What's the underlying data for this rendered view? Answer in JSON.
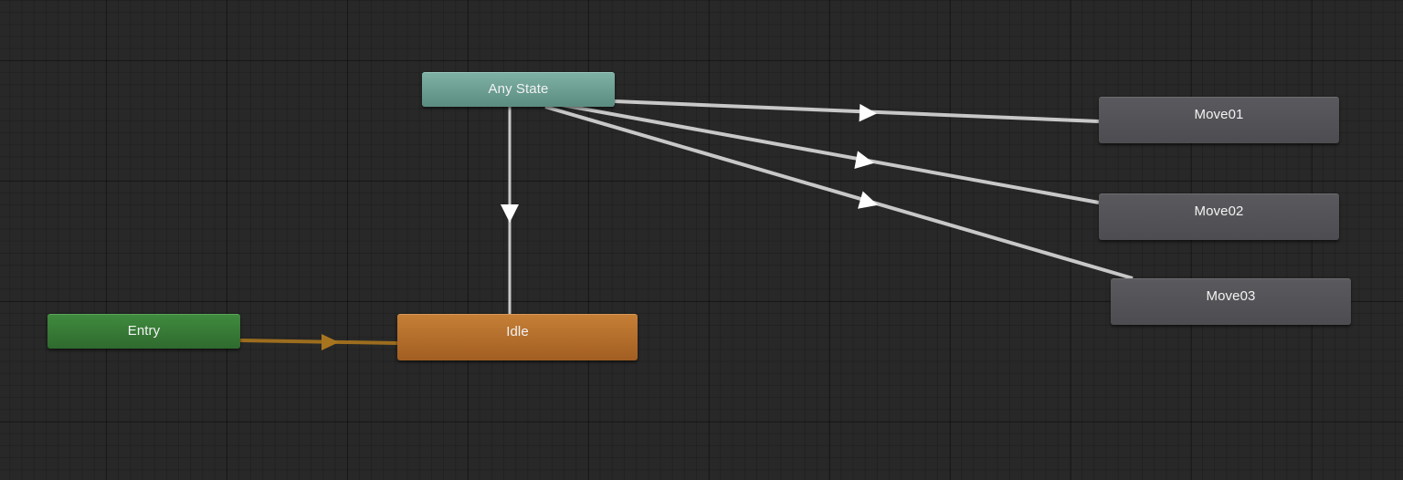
{
  "graph": {
    "states": [
      {
        "id": "any_state",
        "label": "Any State",
        "kind": "any-state",
        "color": "#6fa295"
      },
      {
        "id": "entry",
        "label": "Entry",
        "kind": "entry",
        "color": "#377a36"
      },
      {
        "id": "idle",
        "label": "Idle",
        "kind": "default-state",
        "color": "#b56e2c"
      },
      {
        "id": "move01",
        "label": "Move01",
        "kind": "state",
        "color": "#545458"
      },
      {
        "id": "move02",
        "label": "Move02",
        "kind": "state",
        "color": "#545458"
      },
      {
        "id": "move03",
        "label": "Move03",
        "kind": "state",
        "color": "#545458"
      }
    ],
    "transitions": [
      {
        "from": "Entry",
        "to": "Idle",
        "kind": "default",
        "color": "#9c6d1e"
      },
      {
        "from": "Any State",
        "to": "Idle",
        "kind": "transition",
        "color": "#c8c8c8"
      },
      {
        "from": "Any State",
        "to": "Move01",
        "kind": "transition",
        "color": "#c8c8c8"
      },
      {
        "from": "Any State",
        "to": "Move02",
        "kind": "transition",
        "color": "#c8c8c8"
      },
      {
        "from": "Any State",
        "to": "Move03",
        "kind": "transition",
        "color": "#c8c8c8"
      }
    ]
  },
  "theme": {
    "background": "#282828",
    "grid_line": "#1e1e1e",
    "transition_color": "#c8c8c8",
    "default_transition_color": "#9c6d1e"
  }
}
